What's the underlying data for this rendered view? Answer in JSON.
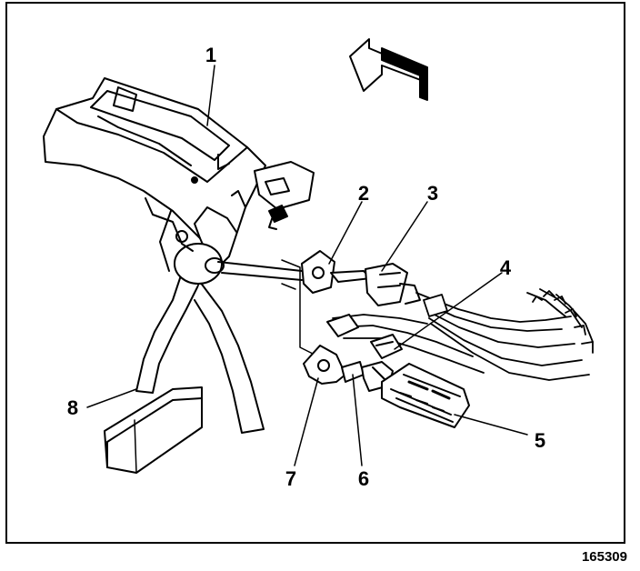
{
  "diagram": {
    "figure_id": "165309",
    "callouts": [
      "1",
      "2",
      "3",
      "4",
      "5",
      "6",
      "7",
      "8"
    ],
    "line_color": "#000000",
    "background_color": "#ffffff"
  }
}
